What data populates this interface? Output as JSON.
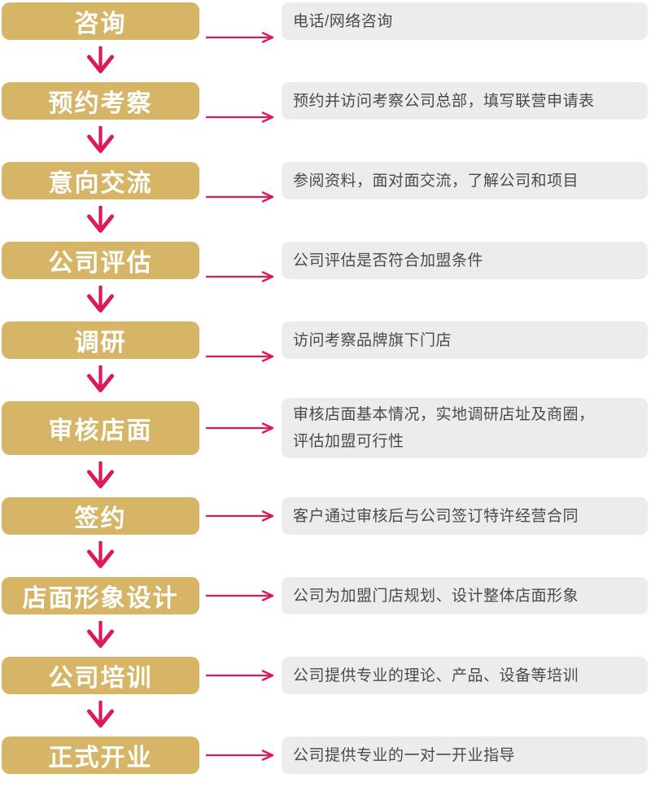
{
  "colors": {
    "step_box": "#D6B567",
    "step_label": "#FFFFFF",
    "arrow": "#DB195B",
    "desc_box": "#ECECEC",
    "desc_text": "#4A4A4A"
  },
  "steps": [
    {
      "label": "咨询",
      "description": "电话/网络咨询"
    },
    {
      "label": "预约考察",
      "description": "预约并访问考察公司总部，填写联营申请表"
    },
    {
      "label": "意向交流",
      "description": "参阅资料，面对面交流，了解公司和项目"
    },
    {
      "label": "公司评估",
      "description": "公司评估是否符合加盟条件"
    },
    {
      "label": "调研",
      "description": "访问考察品牌旗下门店"
    },
    {
      "label": "审核店面",
      "description": "审核店面基本情况，实地调研店址及商圈，\n评估加盟可行性"
    },
    {
      "label": "签约",
      "description": "客户通过审核后与公司签订特许经营合同"
    },
    {
      "label": "店面形象设计",
      "description": "公司为加盟门店规划、设计整体店面形象"
    },
    {
      "label": "公司培训",
      "description": "公司提供专业的理论、产品、设备等培训"
    },
    {
      "label": "正式开业",
      "description": "公司提供专业的一对一开业指导"
    }
  ]
}
